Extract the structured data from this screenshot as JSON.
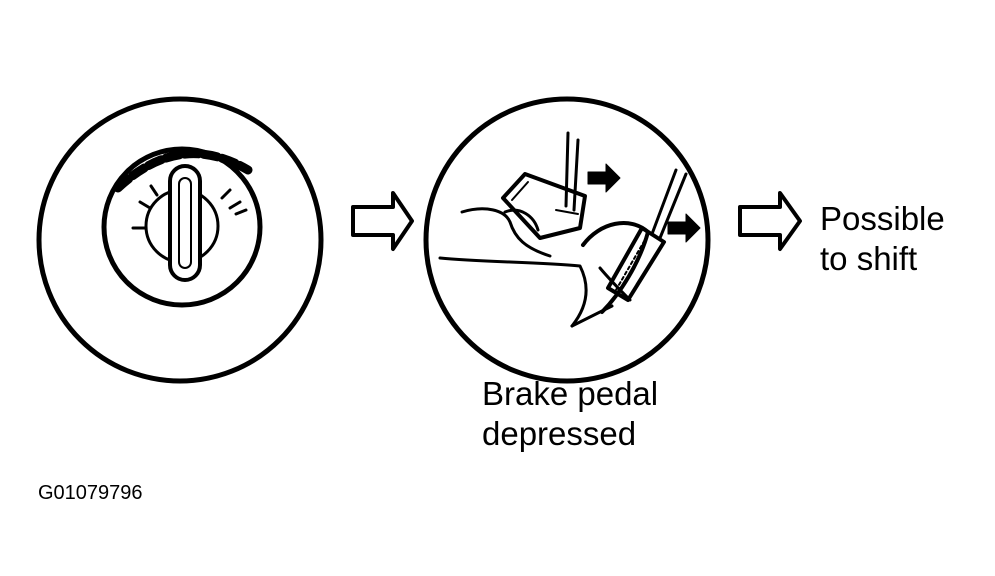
{
  "labels": {
    "brake_line1": "Brake pedal",
    "brake_line2": "depressed",
    "shift_line1": "Possible",
    "shift_line2": "to shift",
    "figure_code": "G01079796"
  },
  "icons": [
    "ignition-switch-icon",
    "brake-pedal-icon",
    "arrow-right-icon"
  ],
  "colors": {
    "ink": "#000000",
    "background": "#ffffff"
  }
}
